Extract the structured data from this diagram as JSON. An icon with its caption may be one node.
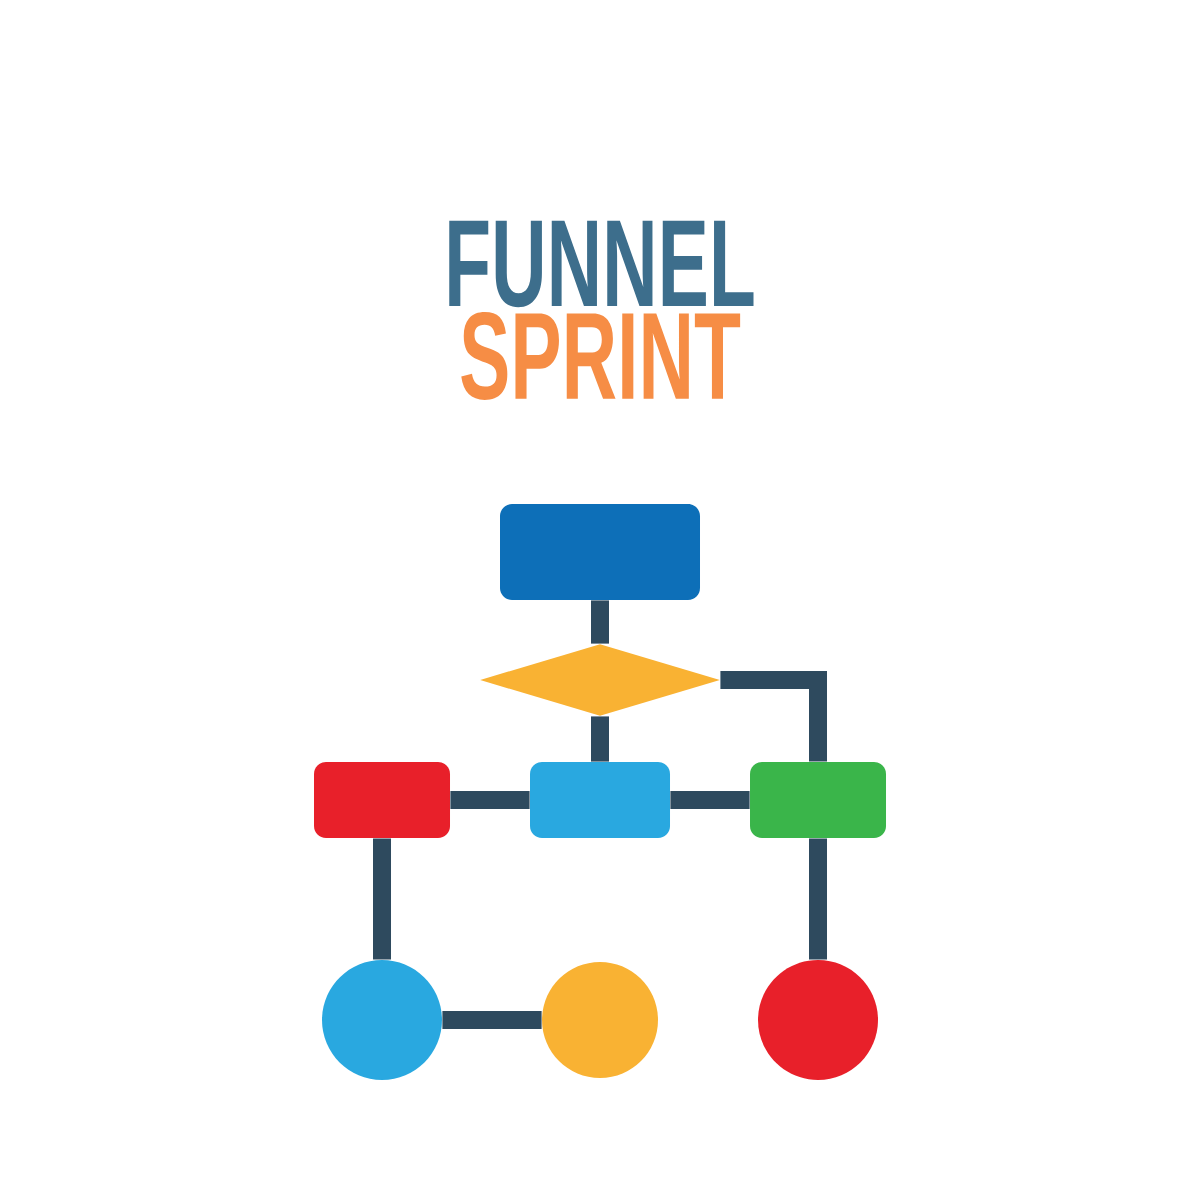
{
  "diagram": {
    "title": "FUNNEL",
    "labels": [
      "SPRINT"
    ],
    "nodes": [
      {
        "text": [],
        "shape": "box"
      },
      {
        "text": [],
        "shape": "diamond"
      },
      {
        "text": [],
        "shape": "box"
      },
      {
        "text": [],
        "shape": "box"
      },
      {
        "text": [],
        "shape": "box"
      },
      {
        "text": [],
        "shape": "circle"
      },
      {
        "text": [],
        "shape": "circle"
      },
      {
        "text": [],
        "shape": "circle"
      }
    ],
    "edges": [
      {
        "from": 0,
        "to": 1,
        "arrow": "none"
      },
      {
        "from": 1,
        "to": 3,
        "arrow": "none"
      },
      {
        "from": 1,
        "to": 4,
        "arrow": "none"
      },
      {
        "from": 2,
        "to": 3,
        "arrow": "none"
      },
      {
        "from": 3,
        "to": 4,
        "arrow": "none"
      },
      {
        "from": 2,
        "to": 5,
        "arrow": "none"
      },
      {
        "from": 5,
        "to": 6,
        "arrow": "none"
      },
      {
        "from": 4,
        "to": 7,
        "arrow": "none"
      }
    ]
  }
}
